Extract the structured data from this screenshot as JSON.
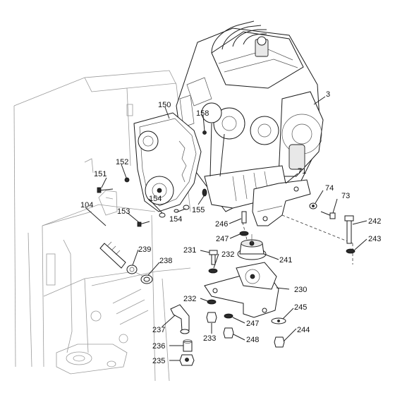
{
  "labels": [
    {
      "id": "3",
      "text": "3"
    },
    {
      "id": "71",
      "text": "71"
    },
    {
      "id": "73",
      "text": "73"
    },
    {
      "id": "74",
      "text": "74"
    },
    {
      "id": "104",
      "text": "104"
    },
    {
      "id": "150",
      "text": "150"
    },
    {
      "id": "151",
      "text": "151"
    },
    {
      "id": "152",
      "text": "152"
    },
    {
      "id": "153",
      "text": "153"
    },
    {
      "id": "154a",
      "text": "154"
    },
    {
      "id": "154b",
      "text": "154"
    },
    {
      "id": "155",
      "text": "155"
    },
    {
      "id": "158",
      "text": "158"
    },
    {
      "id": "230",
      "text": "230"
    },
    {
      "id": "231",
      "text": "231"
    },
    {
      "id": "232a",
      "text": "232"
    },
    {
      "id": "232b",
      "text": "232"
    },
    {
      "id": "233",
      "text": "233"
    },
    {
      "id": "235",
      "text": "235"
    },
    {
      "id": "236",
      "text": "236"
    },
    {
      "id": "237",
      "text": "237"
    },
    {
      "id": "238",
      "text": "238"
    },
    {
      "id": "239",
      "text": "239"
    },
    {
      "id": "241",
      "text": "241"
    },
    {
      "id": "242",
      "text": "242"
    },
    {
      "id": "243",
      "text": "243"
    },
    {
      "id": "244",
      "text": "244"
    },
    {
      "id": "245",
      "text": "245"
    },
    {
      "id": "246",
      "text": "246"
    },
    {
      "id": "247a",
      "text": "247"
    },
    {
      "id": "247b",
      "text": "247"
    },
    {
      "id": "248",
      "text": "248"
    }
  ]
}
